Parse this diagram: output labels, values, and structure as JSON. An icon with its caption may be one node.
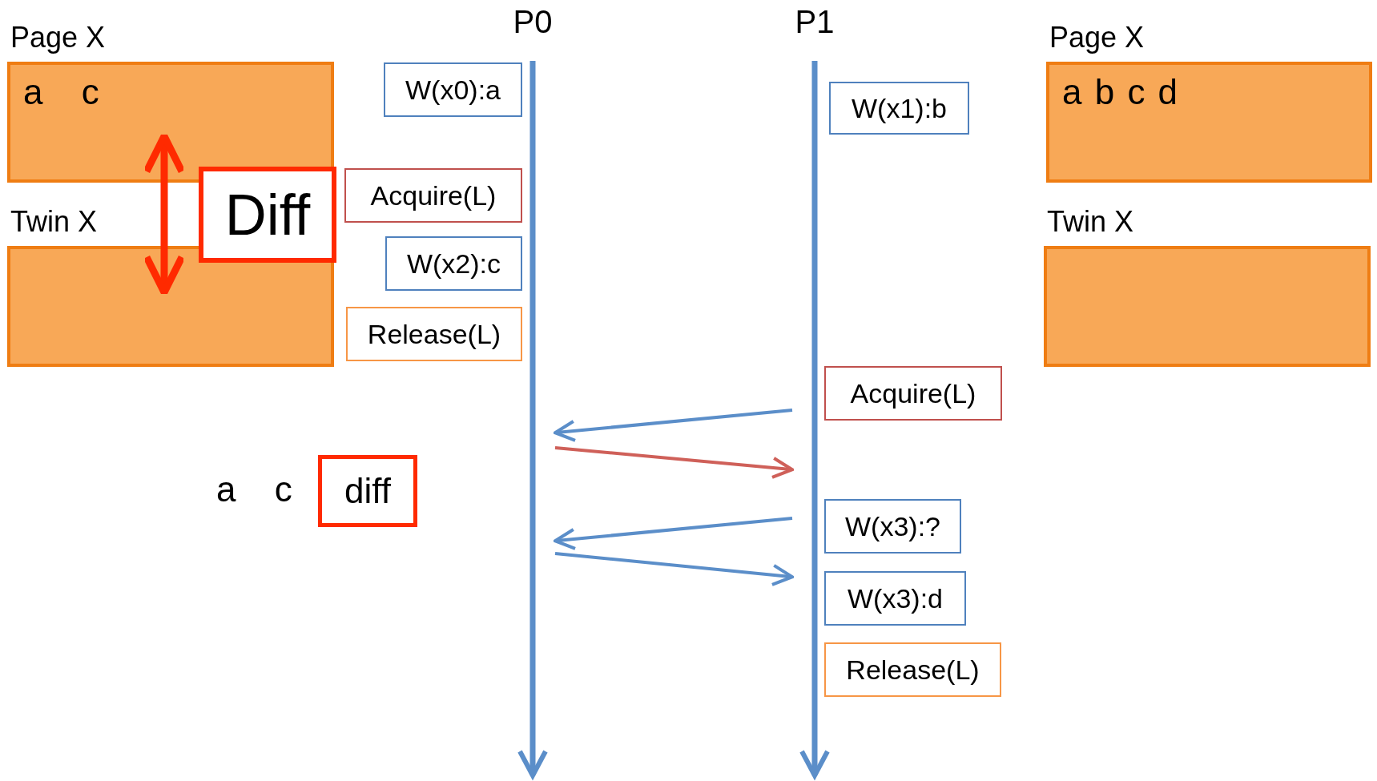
{
  "diagram": {
    "nodes": [
      {
        "text": [
          "Page X",
          "a c"
        ]
      },
      {
        "text": [
          "P0"
        ]
      },
      {
        "text": [
          "P1"
        ]
      },
      {
        "text": [
          "Page X",
          "a b c d"
        ]
      },
      {
        "text": [
          "W(x0):a"
        ]
      },
      {
        "text": [
          "W(x1):b"
        ]
      },
      {
        "text": [
          "Diff"
        ]
      },
      {
        "text": [
          "Acquire(L)"
        ]
      },
      {
        "text": [
          "Twin X"
        ]
      },
      {
        "text": [
          "Twin X"
        ]
      },
      {
        "text": [
          "W(x2):c"
        ]
      },
      {
        "text": [
          "Release(L)"
        ]
      },
      {
        "text": [
          "Acquire(L)"
        ]
      },
      {
        "text": [
          "diff"
        ],
        "beside": [
          "a c"
        ]
      },
      {
        "text": [
          "W(x3):?"
        ]
      },
      {
        "text": [
          "W(x3):d"
        ]
      },
      {
        "text": [
          "Release(L)"
        ]
      }
    ],
    "edges": [
      {
        "from": 0,
        "to": 8,
        "arrow": "both",
        "style": "thick",
        "color": "#ff2a00"
      },
      {
        "from": 2,
        "to": 1,
        "arrow": "to"
      },
      {
        "from": 1,
        "to": 2,
        "arrow": "to",
        "color": "#cf6059"
      },
      {
        "from": 2,
        "to": 1,
        "arrow": "to"
      },
      {
        "from": 1,
        "to": 2,
        "arrow": "to"
      }
    ]
  }
}
